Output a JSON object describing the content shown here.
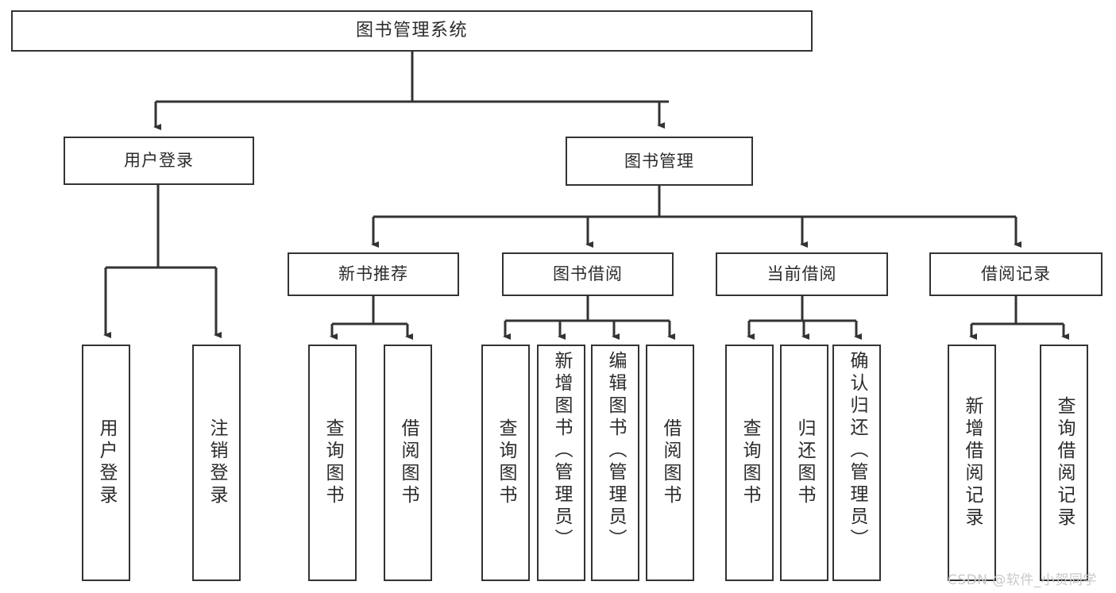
{
  "diagram": {
    "type": "tree",
    "title": "图书管理系统",
    "orientation": "top-down",
    "colors": {
      "stroke": "#333333",
      "fill": "#ffffff",
      "text": "#2b2b2b",
      "watermark": "#c9c9c9",
      "background": "#ffffff"
    },
    "levels": {
      "root": "图书管理系统",
      "level2": [
        "用户登录",
        "图书管理"
      ],
      "level3": [
        "新书推荐",
        "图书借阅",
        "当前借阅",
        "借阅记录"
      ]
    },
    "nodes": {
      "root": {
        "label": "图书管理系统"
      },
      "user_login": {
        "label": "用户登录"
      },
      "book_manage": {
        "label": "图书管理"
      },
      "new_book_rec": {
        "label": "新书推荐"
      },
      "book_borrow": {
        "label": "图书借阅"
      },
      "current_borrow": {
        "label": "当前借阅"
      },
      "borrow_record": {
        "label": "借阅记录"
      },
      "leaf_user_login": {
        "label": "用户登录"
      },
      "leaf_logout": {
        "label": "注销登录"
      },
      "leaf_query_book_1": {
        "label": "查询图书"
      },
      "leaf_borrow_book_1": {
        "label": "借阅图书"
      },
      "leaf_query_book_2": {
        "label": "查询图书"
      },
      "leaf_add_book": {
        "label": "新增图书（管理员）"
      },
      "leaf_edit_book": {
        "label": "编辑图书（管理员）"
      },
      "leaf_borrow_book_2": {
        "label": "借阅图书"
      },
      "leaf_query_book_3": {
        "label": "查询图书"
      },
      "leaf_return_book": {
        "label": "归还图书"
      },
      "leaf_confirm_return": {
        "label": "确认归还（管理员）"
      },
      "leaf_add_record": {
        "label": "新增借阅记录"
      },
      "leaf_query_record": {
        "label": "查询借阅记录"
      }
    },
    "edges": [
      {
        "from": "root",
        "to": "user_login"
      },
      {
        "from": "root",
        "to": "book_manage"
      },
      {
        "from": "user_login",
        "to": "leaf_user_login"
      },
      {
        "from": "user_login",
        "to": "leaf_logout"
      },
      {
        "from": "book_manage",
        "to": "new_book_rec"
      },
      {
        "from": "book_manage",
        "to": "book_borrow"
      },
      {
        "from": "book_manage",
        "to": "current_borrow"
      },
      {
        "from": "book_manage",
        "to": "borrow_record"
      },
      {
        "from": "new_book_rec",
        "to": "leaf_query_book_1"
      },
      {
        "from": "new_book_rec",
        "to": "leaf_borrow_book_1"
      },
      {
        "from": "book_borrow",
        "to": "leaf_query_book_2"
      },
      {
        "from": "book_borrow",
        "to": "leaf_add_book"
      },
      {
        "from": "book_borrow",
        "to": "leaf_edit_book"
      },
      {
        "from": "book_borrow",
        "to": "leaf_borrow_book_2"
      },
      {
        "from": "current_borrow",
        "to": "leaf_query_book_3"
      },
      {
        "from": "current_borrow",
        "to": "leaf_return_book"
      },
      {
        "from": "current_borrow",
        "to": "leaf_confirm_return"
      },
      {
        "from": "borrow_record",
        "to": "leaf_add_record"
      },
      {
        "from": "borrow_record",
        "to": "leaf_query_record"
      }
    ]
  },
  "watermark": {
    "text": "CSDN @软件_小贺同学"
  }
}
